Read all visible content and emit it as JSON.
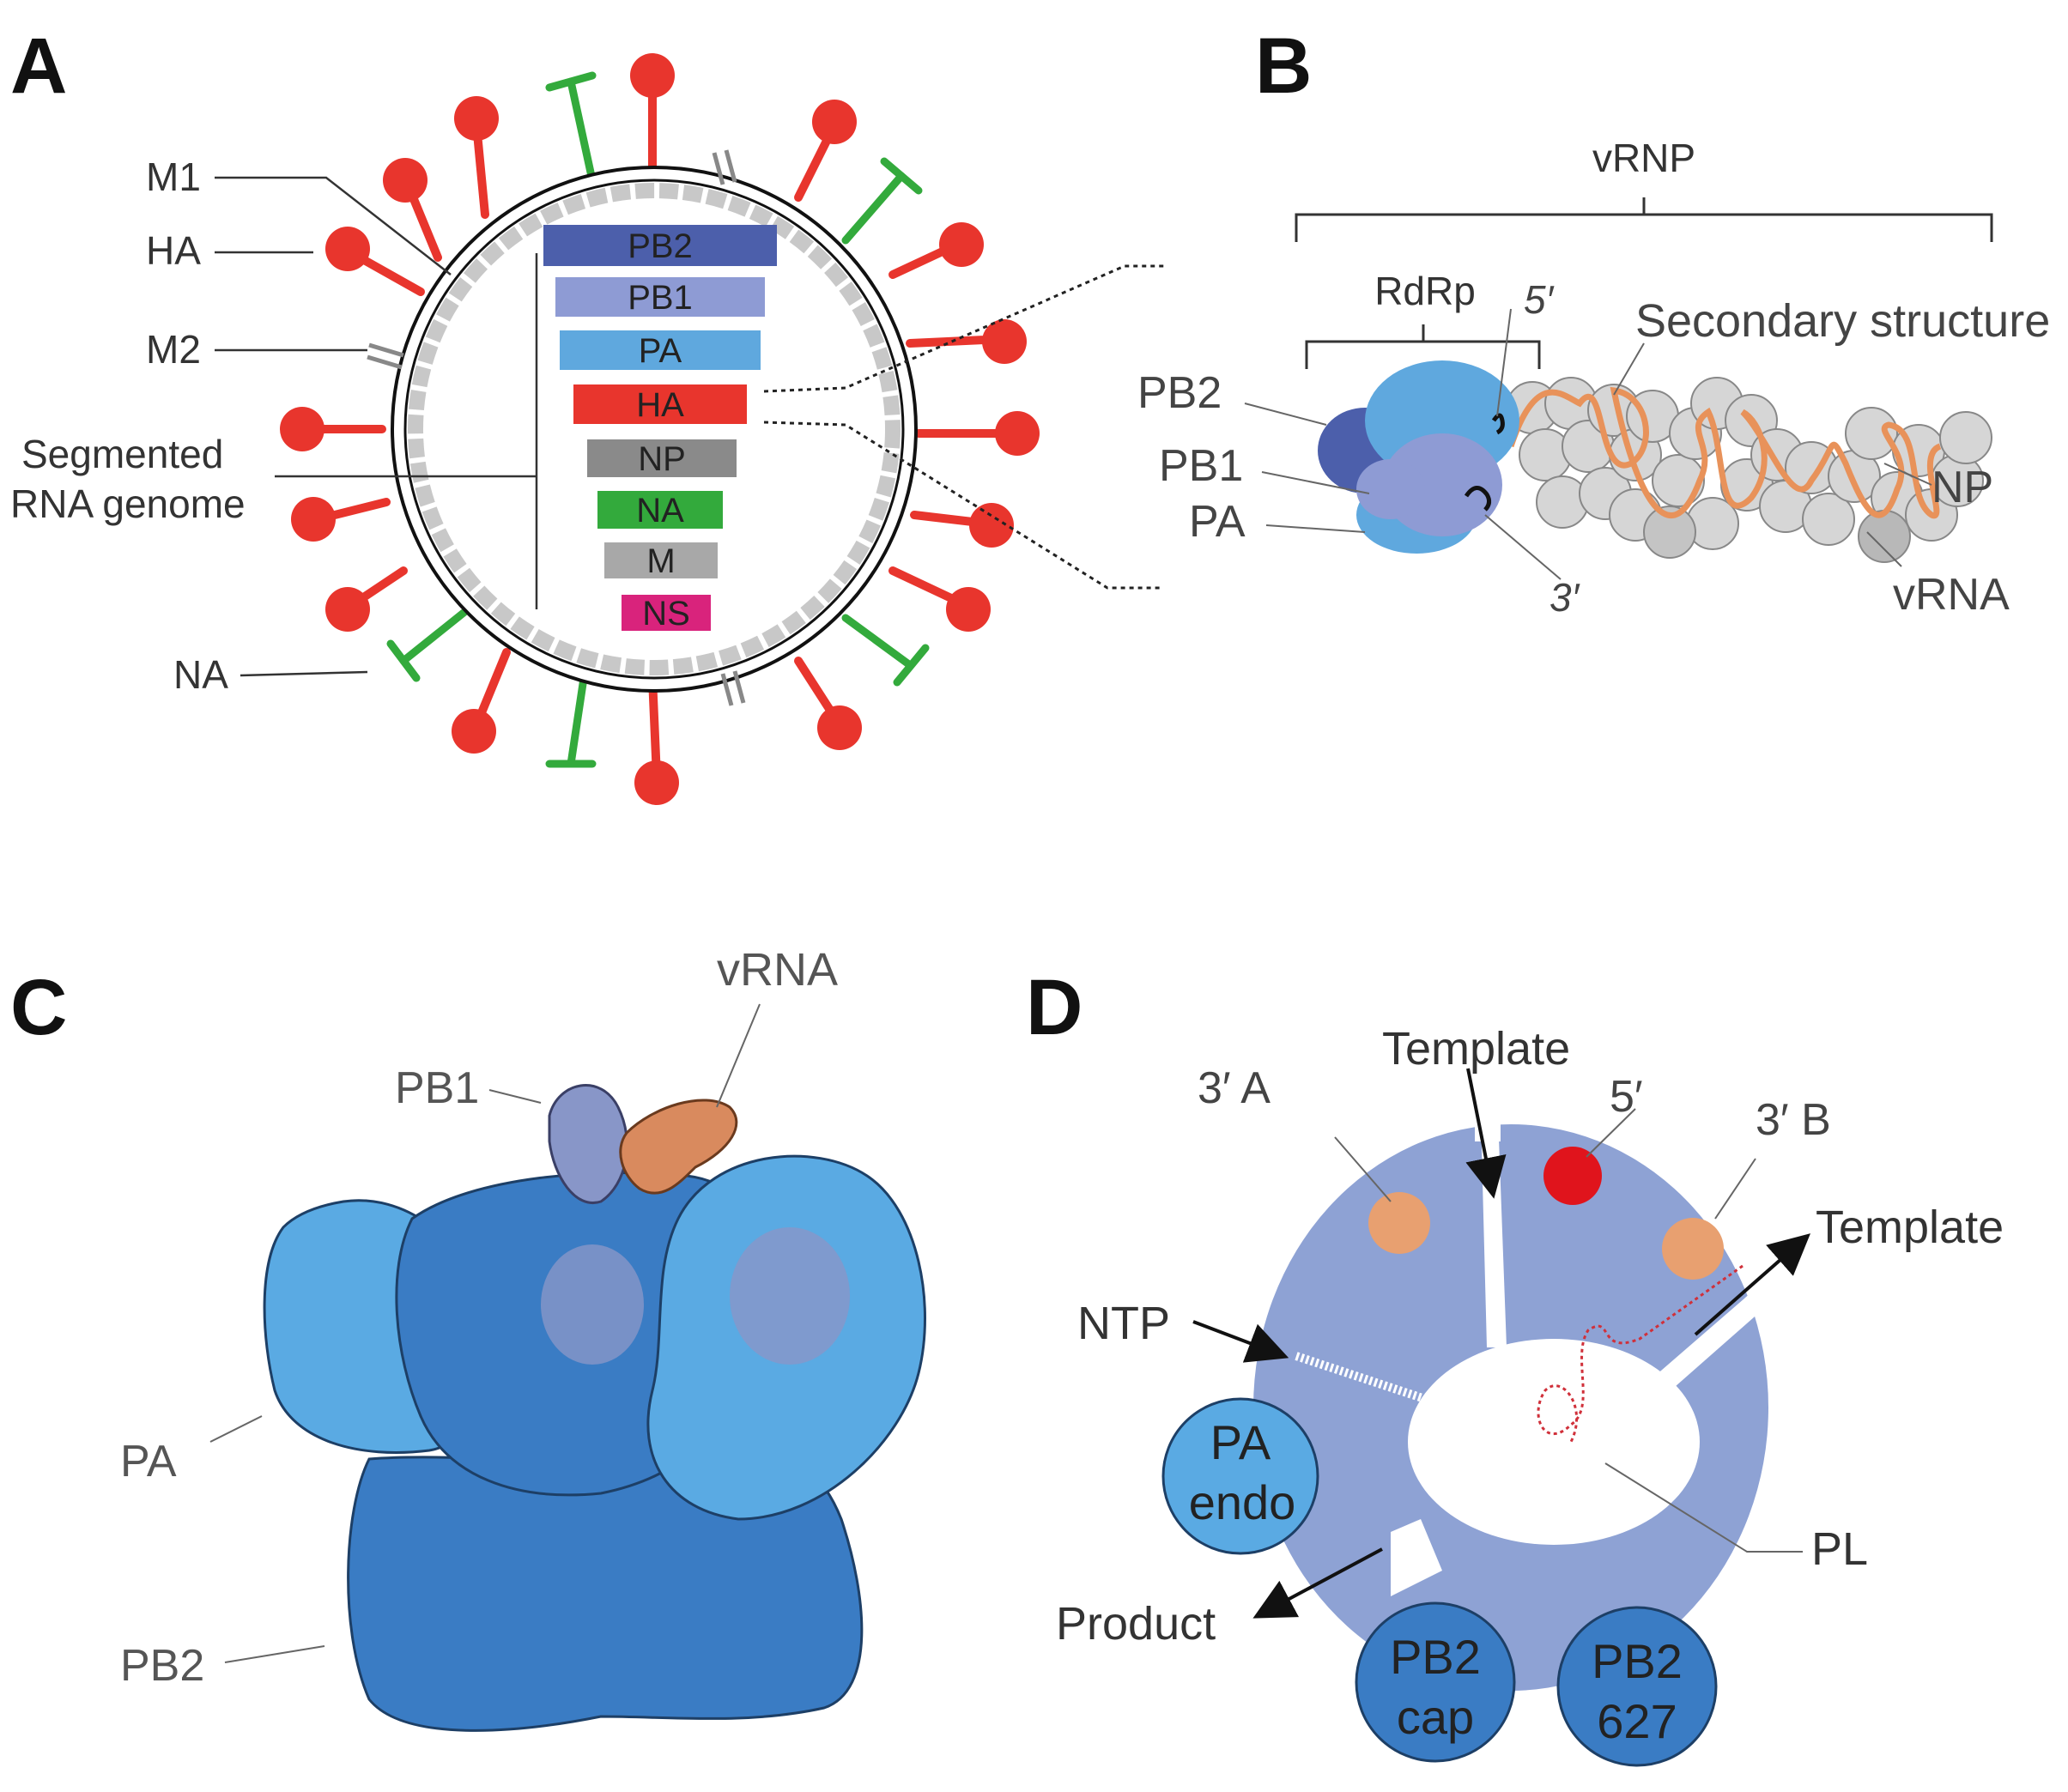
{
  "panels": {
    "a": {
      "letter": "A",
      "labels": {
        "m1": "M1",
        "ha": "HA",
        "m2": "M2",
        "genome_line1": "Segmented",
        "genome_line2": "RNA genome",
        "na": "NA"
      },
      "segments": [
        {
          "name": "PB2",
          "color": "#4c5fab"
        },
        {
          "name": "PB1",
          "color": "#8e9bd4"
        },
        {
          "name": "PA",
          "color": "#5fa8de"
        },
        {
          "name": "HA",
          "color": "#e8352d"
        },
        {
          "name": "NP",
          "color": "#8a8a8a"
        },
        {
          "name": "NA",
          "color": "#33aa3c"
        },
        {
          "name": "M",
          "color": "#a8a8a8"
        },
        {
          "name": "NS",
          "color": "#d9237c"
        }
      ],
      "colors": {
        "ha_spike": "#e8352d",
        "na_spike": "#33aa3c",
        "m1_layer": "#c8c8c8"
      }
    },
    "b": {
      "letter": "B",
      "labels": {
        "vrnp": "vRNP",
        "rdrp": "RdRp",
        "five_prime": "5′",
        "three_prime": "3′",
        "secondary": "Secondary structure",
        "pb2": "PB2",
        "pb1": "PB1",
        "pa": "PA",
        "np": "NP",
        "vrna": "vRNA"
      },
      "colors": {
        "pb2": "#4c5fab",
        "pb1": "#8e9bd4",
        "pa": "#5fa8de",
        "np": "#d4d4d4",
        "vrna": "#e8925a"
      }
    },
    "c": {
      "letter": "C",
      "labels": {
        "vrna": "vRNA",
        "pb1": "PB1",
        "pa": "PA",
        "pb2": "PB2"
      },
      "colors": {
        "pa": "#5aaae3",
        "pb2": "#3a7cc4",
        "pb1": "#8896c8",
        "vrna": "#d98a5e"
      }
    },
    "d": {
      "letter": "D",
      "labels": {
        "template_top": "Template",
        "three_a": "3′ A",
        "five_prime": "5′",
        "three_b": "3′ B",
        "template_right": "Template",
        "ntp": "NTP",
        "pa_endo_1": "PA",
        "pa_endo_2": "endo",
        "product": "Product",
        "pl": "PL",
        "pb2cap_1": "PB2",
        "pb2cap_2": "cap",
        "pb2627_1": "PB2",
        "pb2627_2": "627"
      },
      "colors": {
        "body": "#8ea2d4",
        "pa_endo": "#5aaae3",
        "pb2_domains": "#3a7cc4",
        "orange_site": "#e8a070",
        "red_site": "#e0141c"
      }
    }
  }
}
